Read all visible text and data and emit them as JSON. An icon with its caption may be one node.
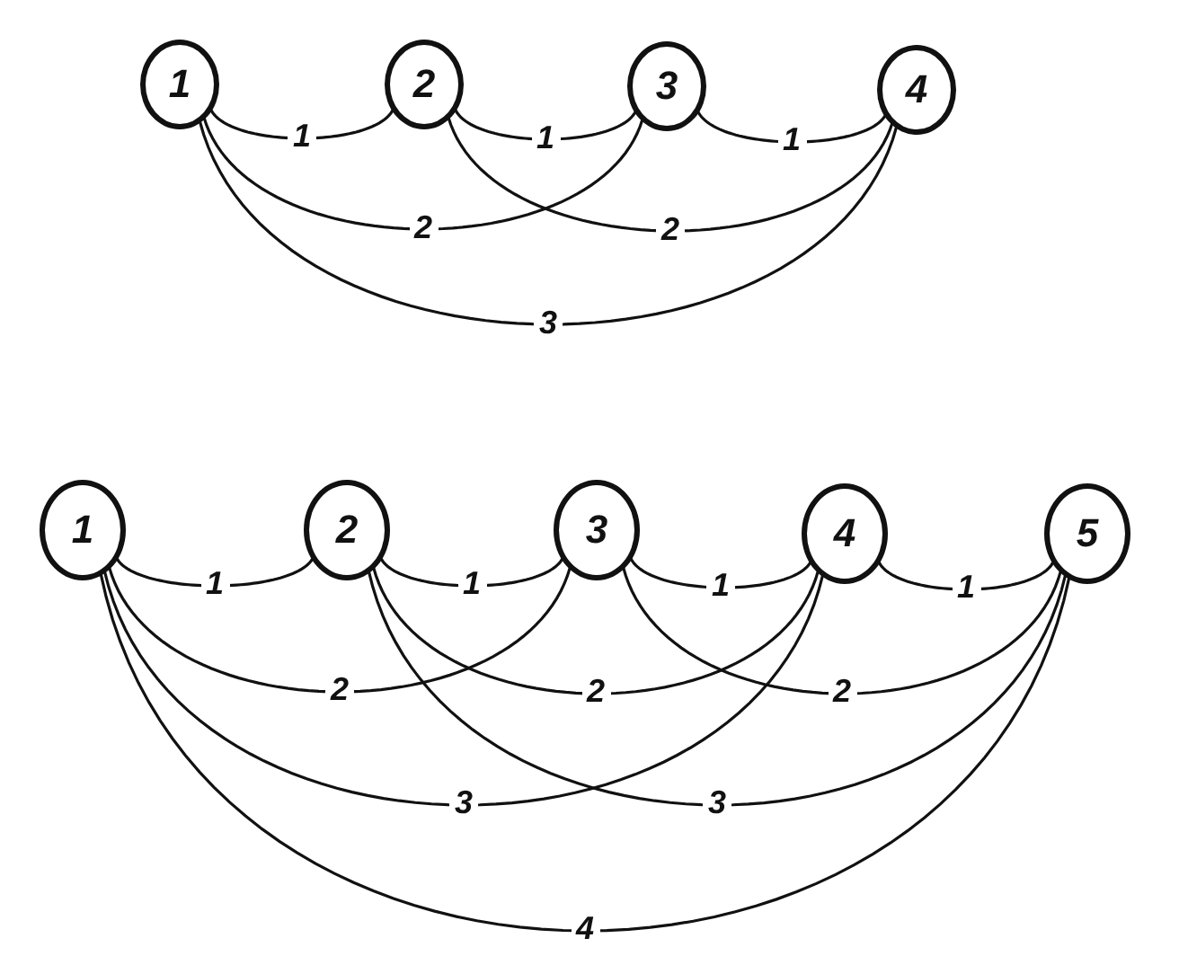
{
  "diagram": {
    "nodes": [
      {
        "text": [
          "1"
        ]
      },
      {
        "text": [
          "2"
        ]
      },
      {
        "text": [
          "3"
        ]
      },
      {
        "text": [
          "4"
        ]
      },
      {
        "text": [
          "1"
        ]
      },
      {
        "text": [
          "2"
        ]
      },
      {
        "text": [
          "3"
        ]
      },
      {
        "text": [
          "4"
        ]
      },
      {
        "text": [
          "5"
        ]
      }
    ],
    "edges": [
      {
        "from": 0,
        "to": 1,
        "arrow": "none",
        "label": "1"
      },
      {
        "from": 1,
        "to": 2,
        "arrow": "none",
        "label": "1"
      },
      {
        "from": 2,
        "to": 3,
        "arrow": "none",
        "label": "1"
      },
      {
        "from": 0,
        "to": 2,
        "arrow": "none",
        "label": "2"
      },
      {
        "from": 1,
        "to": 3,
        "arrow": "none",
        "label": "2"
      },
      {
        "from": 0,
        "to": 3,
        "arrow": "none",
        "label": "3"
      },
      {
        "from": 4,
        "to": 5,
        "arrow": "none",
        "label": "1"
      },
      {
        "from": 5,
        "to": 6,
        "arrow": "none",
        "label": "1"
      },
      {
        "from": 6,
        "to": 7,
        "arrow": "none",
        "label": "1"
      },
      {
        "from": 7,
        "to": 8,
        "arrow": "none",
        "label": "1"
      },
      {
        "from": 4,
        "to": 6,
        "arrow": "none",
        "label": "2"
      },
      {
        "from": 5,
        "to": 7,
        "arrow": "none",
        "label": "2"
      },
      {
        "from": 6,
        "to": 8,
        "arrow": "none",
        "label": "2"
      },
      {
        "from": 4,
        "to": 7,
        "arrow": "none",
        "label": "3"
      },
      {
        "from": 5,
        "to": 8,
        "arrow": "none",
        "label": "3"
      },
      {
        "from": 4,
        "to": 8,
        "arrow": "none",
        "label": "4"
      }
    ]
  }
}
